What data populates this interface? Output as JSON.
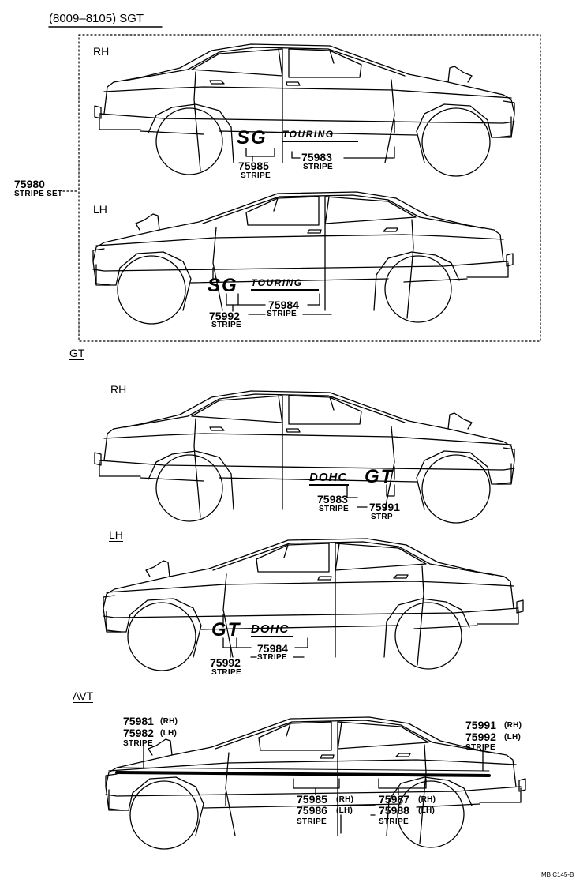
{
  "header": {
    "title": "(8009–8105) SGT"
  },
  "sections": {
    "sgt_rh": "RH",
    "sgt_lh": "LH",
    "gt": "GT",
    "gt_rh": "RH",
    "gt_lh": "LH",
    "avt": "AVT"
  },
  "decals": {
    "sg": "SG",
    "touring": "TOURING",
    "dohc": "DOHC",
    "gt": "GT"
  },
  "callouts": {
    "set_num": "75980",
    "set_desc": "STRIPE SET",
    "c1_num": "75985",
    "c1_desc": "STRIPE",
    "c2_num": "75983",
    "c2_desc": "STRIPE",
    "c3_num": "75984",
    "c3_desc": "STRIPE",
    "c4_num": "75992",
    "c4_desc": "STRIPE",
    "c5_num": "75983",
    "c5_desc": "STRIPE",
    "c6_num": "75991",
    "c6_desc": "STRP",
    "c7_num": "75984",
    "c7_desc": "STRIPE",
    "c8_num": "75992",
    "c8_desc": "STRIPE",
    "a1_num": "75981",
    "a1_tag": "(RH)",
    "a2_num": "75982",
    "a2_tag": "(LH)",
    "a12_desc": "STRIPE",
    "a3_num": "75991",
    "a3_tag": "(RH)",
    "a4_num": "75992",
    "a4_tag": "(LH)",
    "a34_desc": "STRIPE",
    "a5_num": "75985",
    "a5_tag": "(RH)",
    "a6_num": "75986",
    "a6_tag": "(LH)",
    "a56_desc": "STRIPE",
    "a7_num": "75987",
    "a7_tag": "(RH)",
    "a8_num": "75988",
    "a8_tag": "(LH)",
    "a78_desc": "STRIPE"
  },
  "footer": {
    "code": "MB C145-B"
  }
}
